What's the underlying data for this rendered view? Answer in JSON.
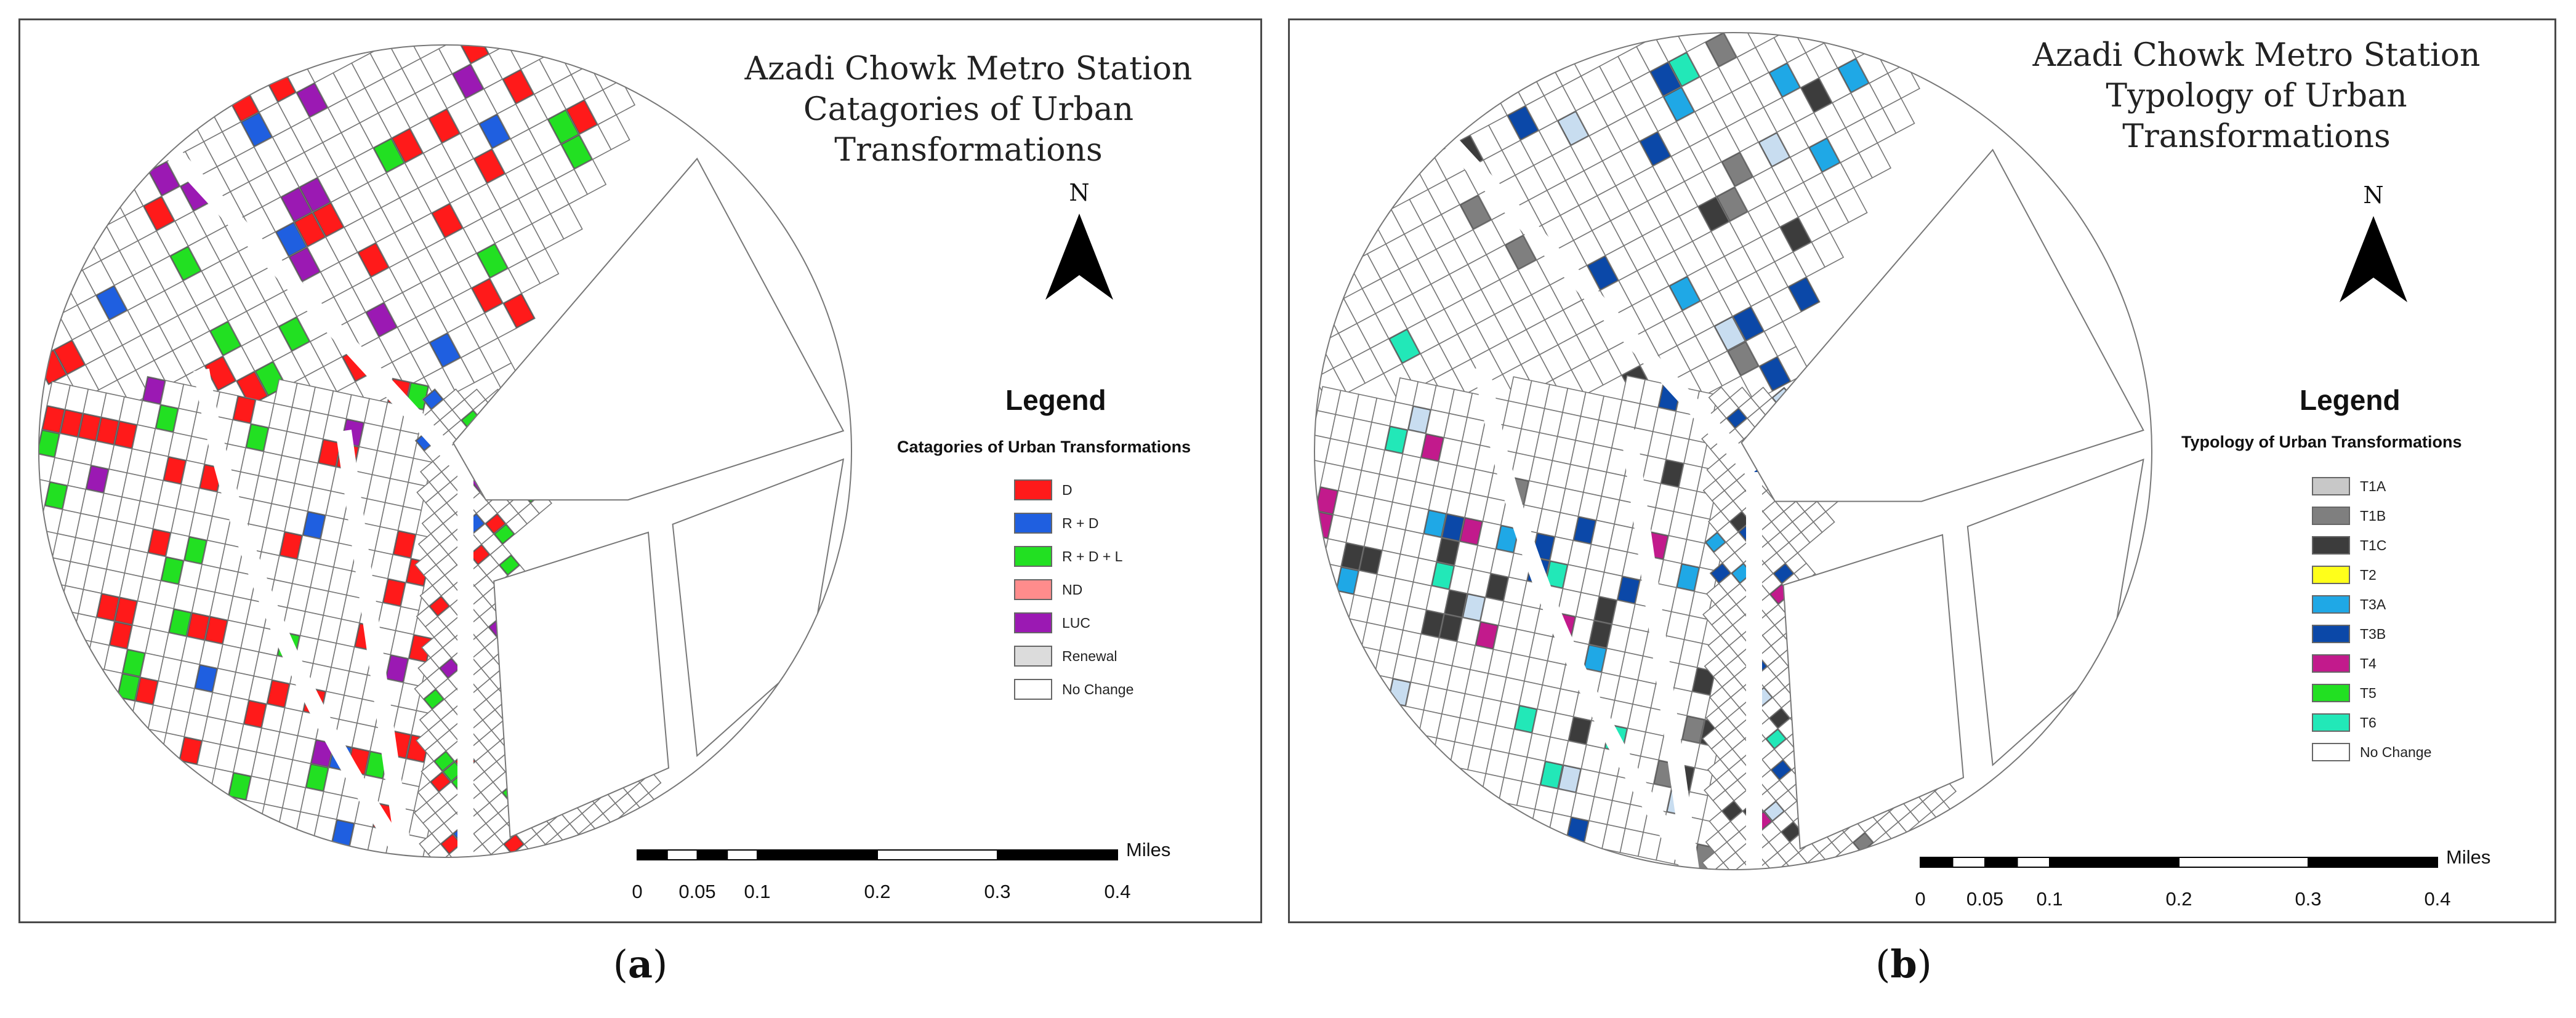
{
  "panel_a": {
    "title_line1": "Azadi Chowk Metro Station",
    "title_line2": "Catagories of Urban Transformations",
    "north_label": "N",
    "legend_title": "Legend",
    "legend_subtitle": "Catagories of Urban Transformations",
    "legend": [
      {
        "label": "D",
        "color": "#ff1a1a"
      },
      {
        "label": "R + D",
        "color": "#1f5fe0"
      },
      {
        "label": "R + D + L",
        "color": "#22e022"
      },
      {
        "label": "ND",
        "color": "#ff8c8c"
      },
      {
        "label": "LUC",
        "color": "#9b19b3"
      },
      {
        "label": "Renewal",
        "color": "#dcdcdc"
      },
      {
        "label": "No Change",
        "color": "#ffffff"
      }
    ],
    "scale_units": "Miles",
    "scale_ticks": [
      "0",
      "0.05",
      "0.1",
      "0.2",
      "0.3",
      "0.4"
    ],
    "caption": "a"
  },
  "panel_b": {
    "title_line1": "Azadi Chowk Metro Station",
    "title_line2": "Typology of Urban Transformations",
    "north_label": "N",
    "legend_title": "Legend",
    "legend_subtitle": "Typology of Urban Transformations",
    "legend": [
      {
        "label": "T1A",
        "color": "#c8c8c8"
      },
      {
        "label": "T1B",
        "color": "#7f7f7f"
      },
      {
        "label": "T1C",
        "color": "#3c3c3c"
      },
      {
        "label": "T2",
        "color": "#ffff1a"
      },
      {
        "label": "T3A",
        "color": "#1fa8e6"
      },
      {
        "label": "T3B",
        "color": "#0b48a8"
      },
      {
        "label": "T4",
        "color": "#c21a8c"
      },
      {
        "label": "T5",
        "color": "#22e022"
      },
      {
        "label": "T6",
        "color": "#22e8b8"
      },
      {
        "label": "No Change",
        "color": "#ffffff"
      }
    ],
    "scale_units": "Miles",
    "scale_ticks": [
      "0",
      "0.05",
      "0.1",
      "0.2",
      "0.3",
      "0.4"
    ],
    "caption": "b"
  }
}
